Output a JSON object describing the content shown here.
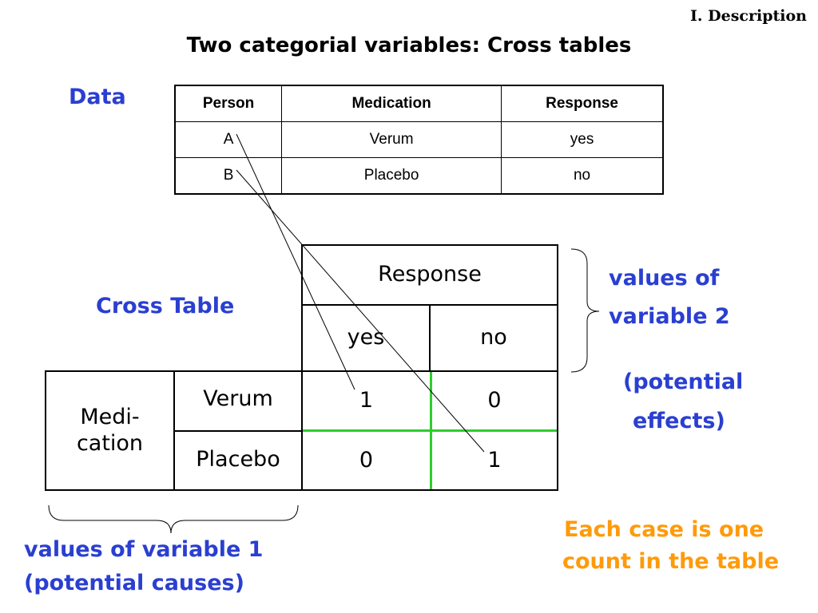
{
  "header": {
    "section": "I. Description",
    "title": "Two categorial variables: Cross tables"
  },
  "data_section": {
    "label": "Data",
    "table": {
      "columns": [
        "Person",
        "Medication",
        "Response"
      ],
      "rows": [
        [
          "A",
          "Verum",
          "yes"
        ],
        [
          "B",
          "Placebo",
          "no"
        ]
      ]
    }
  },
  "cross_table": {
    "label": "Cross Table",
    "column_variable": "Response",
    "column_values": [
      "yes",
      "no"
    ],
    "row_variable_line1": "Medi-",
    "row_variable_line2": "cation",
    "row_values": [
      "Verum",
      "Placebo"
    ],
    "counts": [
      [
        "1",
        "0"
      ],
      [
        "0",
        "1"
      ]
    ]
  },
  "annotations": {
    "variable2_line1": "values of",
    "variable2_line2": "variable 2",
    "effects_line1": "(potential",
    "effects_line2": "effects)",
    "variable1_line1": "values of variable 1",
    "variable1_line2": "(potential causes)",
    "note_line1": "Each case is one",
    "note_line2": "count in the table"
  },
  "colors": {
    "blue_text": "#2a3fd1",
    "orange_text": "#ff9a0a",
    "green_grid": "#2ecc2e"
  }
}
